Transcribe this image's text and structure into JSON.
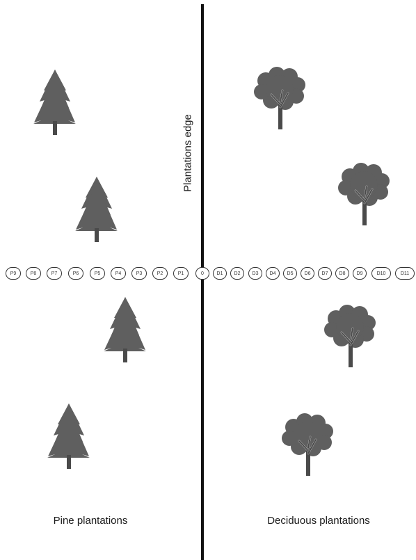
{
  "edge_label": "Plantations edge",
  "left_label": "Pine plantations",
  "right_label": "Deciduous plantations",
  "transect_points": [
    "P9",
    "P8",
    "P7",
    "P6",
    "P5",
    "P4",
    "P3",
    "P2",
    "P1",
    "0",
    "D1",
    "D2",
    "D3",
    "D4",
    "D5",
    "D6",
    "D7",
    "D8",
    "D9",
    "D10",
    "D11"
  ],
  "colors": {
    "tree": "#5f5f5f",
    "trunk": "#4a4a4a",
    "edge": "#111111",
    "point_border": "#333333"
  },
  "icons": {
    "pine": "pine-tree-icon",
    "deciduous": "deciduous-tree-icon"
  }
}
